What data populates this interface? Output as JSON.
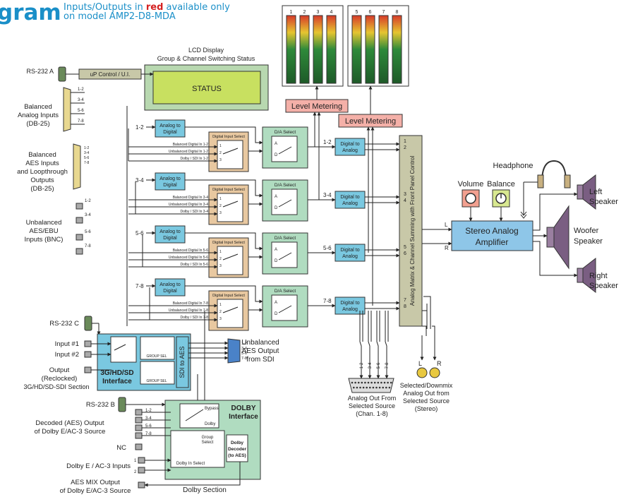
{
  "header": {
    "title_fragment": "gram",
    "note_line1_a": "Inputs/Outputs in ",
    "note_red_word": "red",
    "note_line1_b": " available only",
    "note_line2": "on model AMP2-D8-MDA",
    "title_color": "#1a8fc8",
    "accent_red": "#d42020"
  },
  "lcd": {
    "title_line1": "LCD Display",
    "title_line2": "Group & Channel Switching Status",
    "screen_label": "STATUS"
  },
  "control": {
    "rs232a": "RS-232 A",
    "up_control": "uP Control / U.I."
  },
  "meters": {
    "left_numbers": [
      "1",
      "2",
      "3",
      "4"
    ],
    "right_numbers": [
      "5",
      "6",
      "7",
      "8"
    ],
    "level_metering_1": "Level Metering",
    "level_metering_2": "Level Metering"
  },
  "inputs": {
    "balanced_analog_l1": "Balanced",
    "balanced_analog_l2": "Analog Inputs",
    "balanced_analog_l3": "(DB-25)",
    "bal_aes_l1": "Balanced",
    "bal_aes_l2": "AES Inputs",
    "bal_aes_l3": "and Loopthrough",
    "bal_aes_l4": "Outputs",
    "bal_aes_l5": "(DB-25)",
    "unbal_l1": "Unbalanced",
    "unbal_l2": "AES/EBU",
    "unbal_l3": "Inputs (BNC)",
    "pair_labels": [
      "1-2",
      "3-4",
      "5-6",
      "7-8"
    ]
  },
  "channel_blocks": [
    {
      "pair": "1-2",
      "adc": "Analog to Digital",
      "dis": "Digital Input Select",
      "da": "D/A Select",
      "dta": "Digital to Analog",
      "in_bal": "Balanced Digital In 1-2",
      "in_unbal": "Unbalanced Digital In 1-2",
      "in_dolby": "Dolby / SDI In 1-2",
      "out_nums": [
        "1",
        "2"
      ]
    },
    {
      "pair": "3-4",
      "adc": "Analog to Digital",
      "dis": "Digital Input Select",
      "da": "D/A Select",
      "dta": "Digital to Analog",
      "in_bal": "Balanced Digital In 3-4",
      "in_unbal": "Unbalanced Digital In 3-4",
      "in_dolby": "Dolby / SDI In 3-4",
      "out_nums": [
        "3",
        "4"
      ]
    },
    {
      "pair": "5-6",
      "adc": "Analog to Digital",
      "dis": "Digital Input Select",
      "da": "D/A Select",
      "dta": "Digital to Analog",
      "in_bal": "Balanced Digital In 5-6",
      "in_unbal": "Unbalanced Digital In 5-6",
      "in_dolby": "Dolby / SDI In 5-6",
      "out_nums": [
        "5",
        "6"
      ]
    },
    {
      "pair": "7-8",
      "adc": "Analog to Digital",
      "dis": "Digital Input Select",
      "da": "D/A Select",
      "dta": "Digital to Analog",
      "in_bal": "Balanced Digital In 7-8",
      "in_unbal": "Unbalanced Digital In 7-8",
      "in_dolby": "Dolby / SDI In 7-8",
      "out_nums": [
        "7",
        "8"
      ]
    }
  ],
  "matrix_label": "Analog Matrix & Channel Summing with Front Panel Control",
  "amp": {
    "line1": "Stereo Analog",
    "line2": "Amplifier",
    "volume": "Volume",
    "balance": "Balance",
    "headphone": "Headphone",
    "l": "L",
    "r": "R"
  },
  "speakers": {
    "left_l1": "Left",
    "left_l2": "Speaker",
    "woofer_l1": "Woofer",
    "woofer_l2": "Speaker",
    "right_l1": "Right",
    "right_l2": "Speaker"
  },
  "analog_out": {
    "l1": "Analog Out From",
    "l2": "Selected Source",
    "l3": "(Chan. 1-8)",
    "tap_labels": [
      "1-2",
      "3-4",
      "5-6",
      "7-8"
    ]
  },
  "downmix": {
    "l": "L",
    "r": "R",
    "l1": "Selected/Downmix",
    "l2": "Analog Out from",
    "l3": "Selected Source",
    "l4": "(Stereo)"
  },
  "sdi": {
    "rs232c": "RS-232 C",
    "input1": "Input #1",
    "input2": "Input #2",
    "output_l1": "Output",
    "output_l2": "(Reclocked)",
    "section": "3G/HD/SD-SDI Section",
    "interface_l1": "3G/HD/SD",
    "interface_l2": "Interface",
    "sdi_to_aes": "SDI to AES",
    "group_sel": "GROUP SEL",
    "aes_out_l1": "Unbalanced",
    "aes_out_l2": "AES Output",
    "aes_out_l3": "from SDI",
    "aes_pairs": [
      "1-2",
      "3-4",
      "5-6",
      "7-8"
    ]
  },
  "dolby": {
    "rs232b": "RS-232 B",
    "interface_l1": "DOLBY",
    "interface_l2": "Interface",
    "bypass": "Bypass",
    "dolby_word": "Dolby",
    "group_select_l1": "Group",
    "group_select_l2": "Select",
    "decoder_l1": "Dolby",
    "decoder_l2": "Decoder",
    "decoder_l3": "(to AES)",
    "dolby_in_select": "Dolby In Select",
    "decoded_l1": "Decoded (AES) Output",
    "decoded_l2": "of Dolby E/AC-3 Source",
    "nc": "NC",
    "inputs": "Dolby E / AC-3 Inputs",
    "mix_l1": "AES MIX Output",
    "mix_l2": "of Dolby E/AC-3 Source",
    "section": "Dolby Section",
    "pair_labels": [
      "1-2",
      "3-4",
      "5-6",
      "7-8"
    ]
  }
}
